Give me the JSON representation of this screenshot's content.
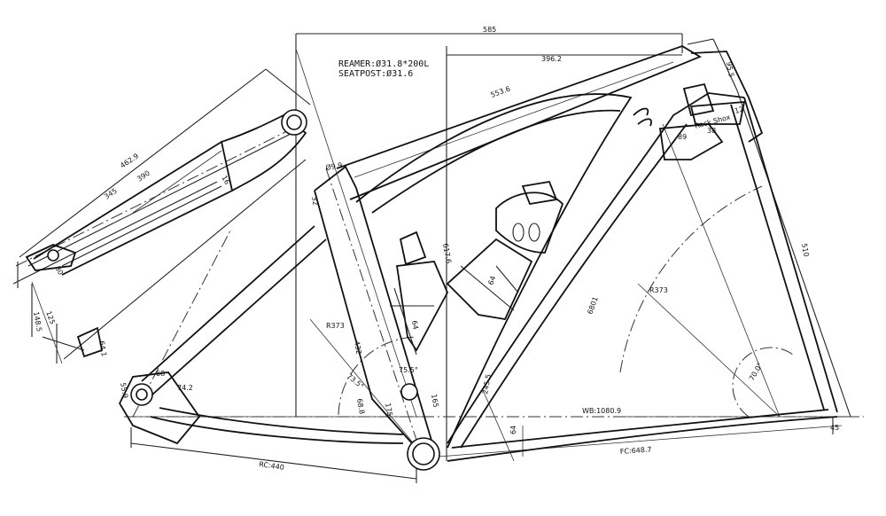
{
  "notes": {
    "reamer": "REAMER:Ø31.8*200L",
    "seatpost": "SEATPOST:Ø31.6"
  },
  "dims": {
    "d585": "585",
    "d396_2": "396.2",
    "d553_6": "553.6",
    "d95_5": "95.5",
    "d12": "12",
    "d89": "89",
    "d38": "38",
    "rock_shox": "Rock Shox",
    "d510": "510",
    "d462_9": "462.9",
    "d390": "390",
    "d345": "345",
    "d16": "16",
    "d80": "80",
    "d125": "125",
    "d148_5": "148.5",
    "d55_9": "55.9",
    "d64_1": "64.1",
    "d68": "68",
    "d74_2": "74.2",
    "d9_9": "Ø9.9",
    "d32": "32",
    "d617_6": "617.6",
    "d64_a": "64",
    "d64_b": "64",
    "d64_c": "64",
    "d6801": "6801",
    "r373_left": "R373",
    "r373_right": "R373",
    "d432": "432",
    "a73_5": "73.5°",
    "a75_5": "75.5°",
    "d68_8": "68.8",
    "d175": "175",
    "d165": "165",
    "d245_5": "245.5",
    "wb": "WB:1080.9",
    "d45": "45",
    "a70": "70.0°",
    "rc": "RC:440",
    "fc": "FC:648.7"
  }
}
